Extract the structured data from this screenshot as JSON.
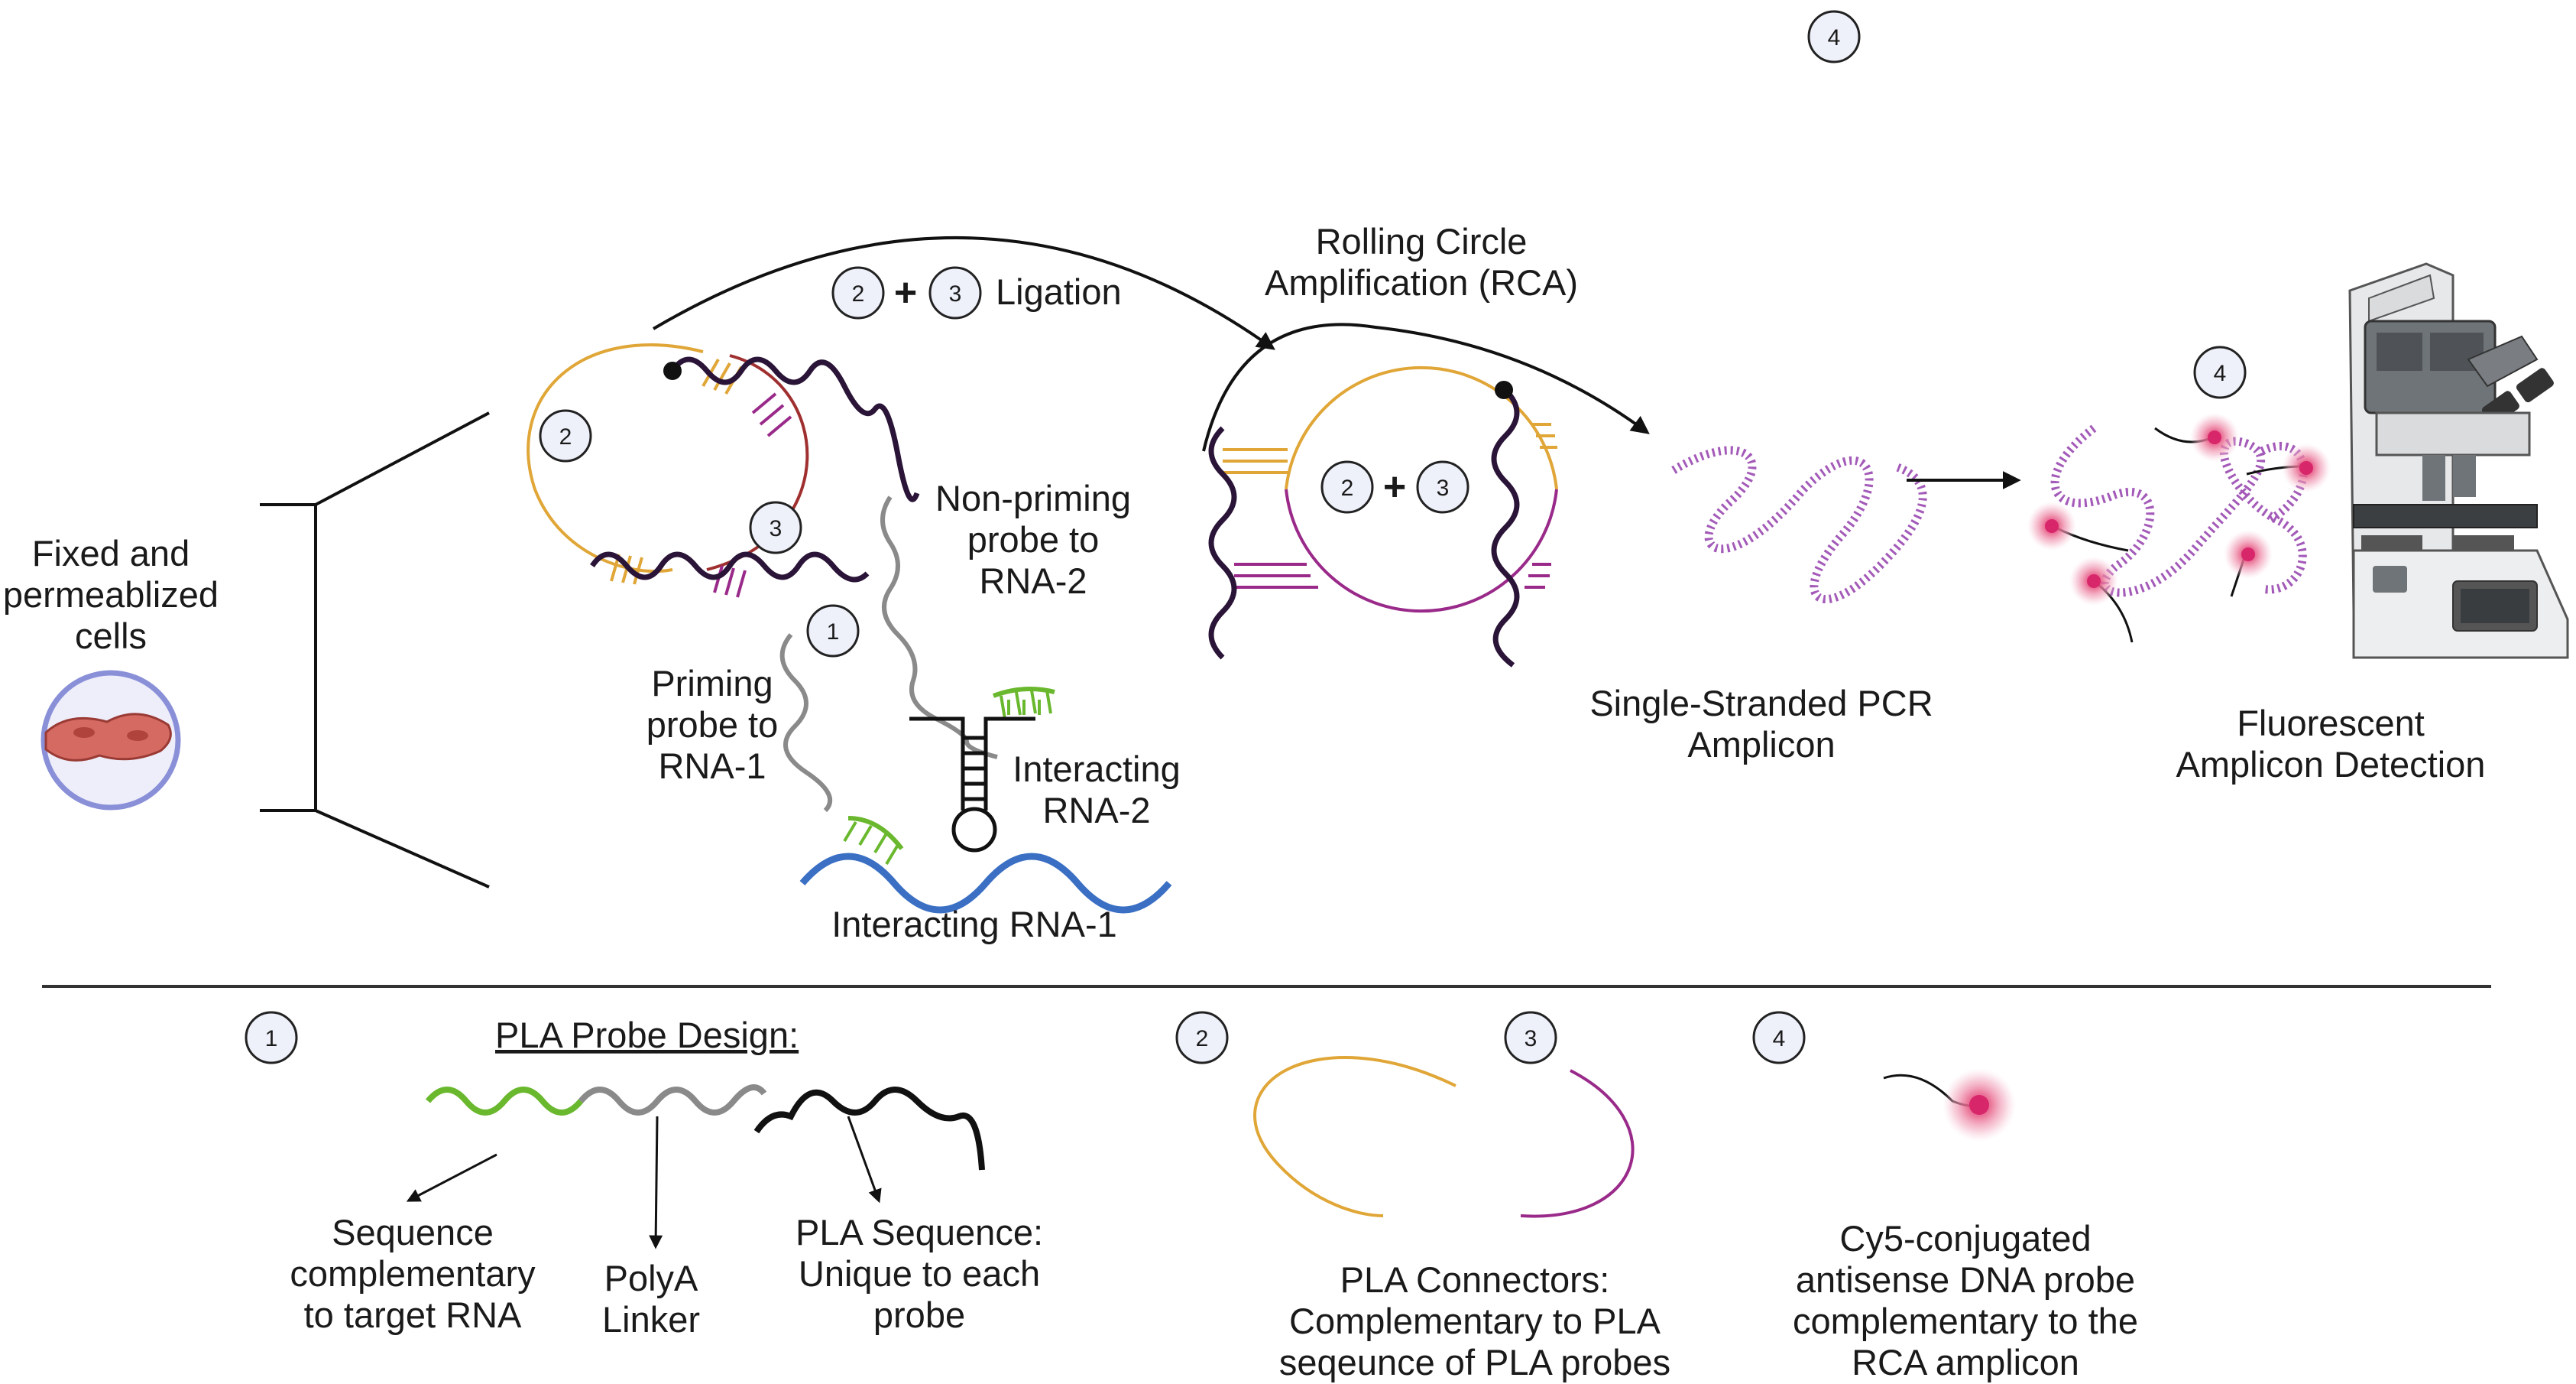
{
  "colors": {
    "orange": "#e0a637",
    "magenta": "#9a2a8a",
    "darkred": "#a03030",
    "purple_dark": "#2a1437",
    "gray": "#8a8a8a",
    "green": "#6ab82e",
    "blue": "#3a6fc4",
    "pink": "#d8266a",
    "amplicon": "#a35ab8",
    "cell_ring": "#8a90d8",
    "cell_fill": "#eeeefa",
    "cell_body": "#d46a62"
  },
  "badges": {
    "top_right": "4",
    "ligation_left": "2",
    "ligation_right": "3",
    "circle_left": "2",
    "circle_right": "3",
    "rca_circle_left": "2",
    "rca_circle_right": "3",
    "probe_one": "1",
    "detection": "4",
    "legend_one": "1",
    "legend_two": "2",
    "legend_three": "3",
    "legend_four": "4"
  },
  "plus": "+",
  "labels": {
    "cells": [
      "Fixed and",
      "permeablized",
      "cells"
    ],
    "ligation": "Ligation",
    "rca": [
      "Rolling Circle",
      "Amplification (RCA)"
    ],
    "nonpriming": [
      "Non-priming",
      "probe to",
      "RNA-2"
    ],
    "priming": [
      "Priming",
      "probe to",
      "RNA-1"
    ],
    "interacting2": [
      "Interacting",
      "RNA-2"
    ],
    "interacting1": "Interacting RNA-1",
    "single_stranded": [
      "Single-Stranded PCR",
      "Amplicon"
    ],
    "fluorescent": [
      "Fluorescent",
      "Amplicon Detection"
    ]
  },
  "legend": {
    "title": "PLA Probe Design:",
    "sequence": [
      "Sequence",
      "complementary",
      "to target RNA"
    ],
    "polya": [
      "PolyA",
      "Linker"
    ],
    "pla_sequence": [
      "PLA Sequence:",
      "Unique to each",
      "probe"
    ],
    "connectors": [
      "PLA Connectors:",
      "Complementary to PLA",
      "seqeunce of PLA probes"
    ],
    "cy5": [
      "Cy5-conjugated",
      "antisense DNA probe",
      "complementary to the",
      "RCA amplicon"
    ]
  }
}
